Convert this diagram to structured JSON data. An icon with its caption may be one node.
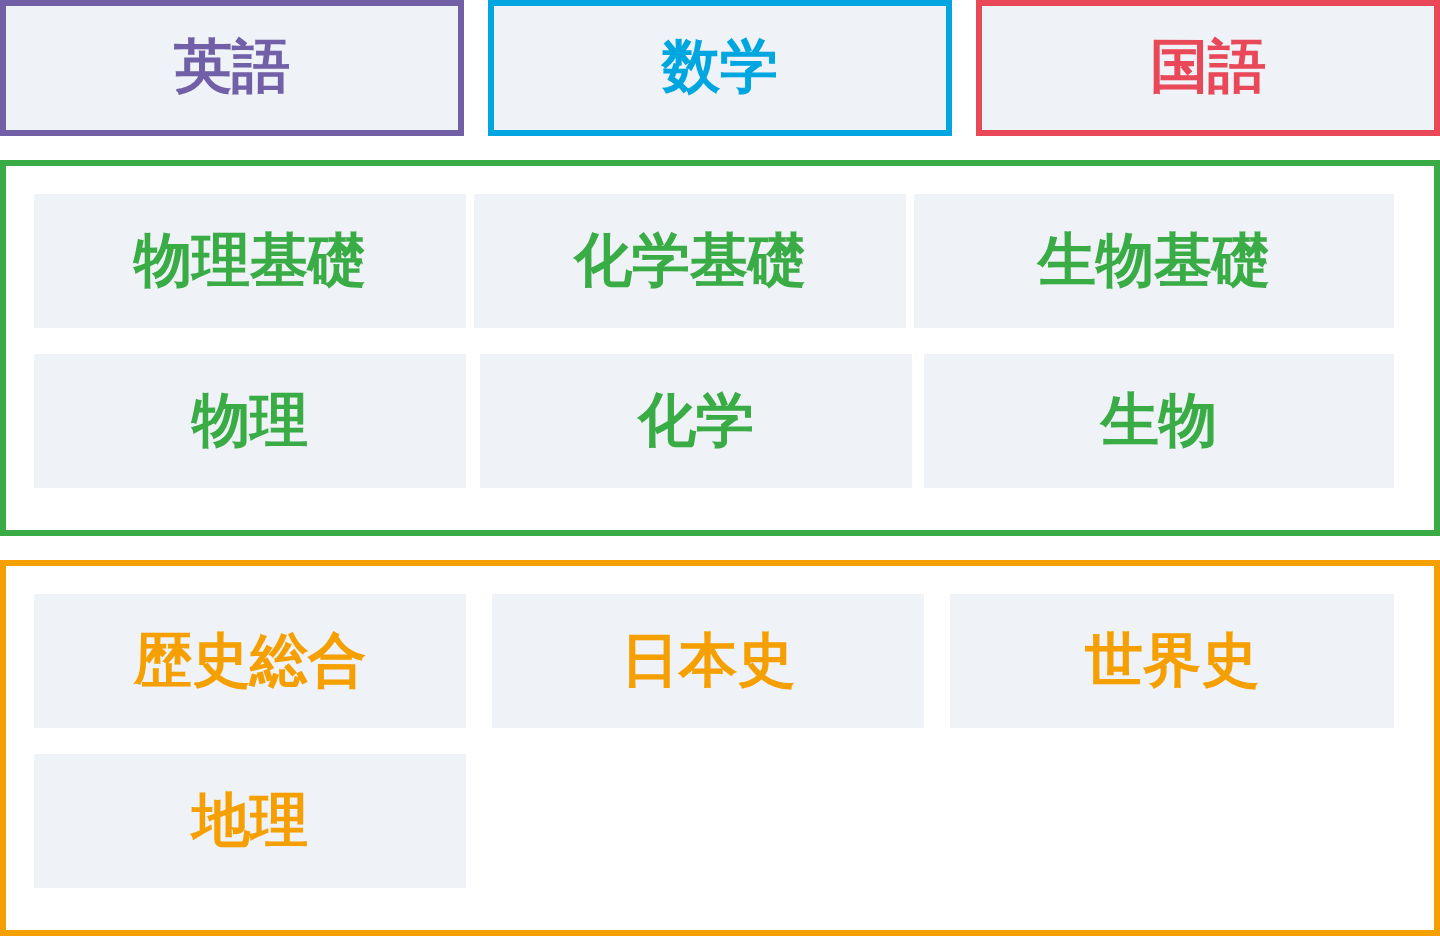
{
  "diagram": {
    "nodes": [
      {
        "text": [
          "英語"
        ]
      },
      {
        "text": [
          "数学"
        ]
      },
      {
        "text": [
          "国語"
        ]
      },
      {
        "text": [],
        "shape": "box"
      },
      {
        "text": [
          "物理基礎"
        ],
        "in": 3
      },
      {
        "text": [
          "化学基礎"
        ],
        "in": 3
      },
      {
        "text": [
          "生物基礎"
        ],
        "in": 3
      },
      {
        "text": [
          "物理"
        ],
        "in": 3
      },
      {
        "text": [
          "化学"
        ],
        "in": 3
      },
      {
        "text": [
          "生物"
        ],
        "in": 3
      },
      {
        "text": [],
        "shape": "box"
      },
      {
        "text": [
          "歴史総合"
        ],
        "in": 10
      },
      {
        "text": [
          "日本史"
        ],
        "in": 10
      },
      {
        "text": [
          "世界史"
        ],
        "in": 10
      },
      {
        "text": [
          "地理"
        ],
        "in": 10
      }
    ]
  }
}
